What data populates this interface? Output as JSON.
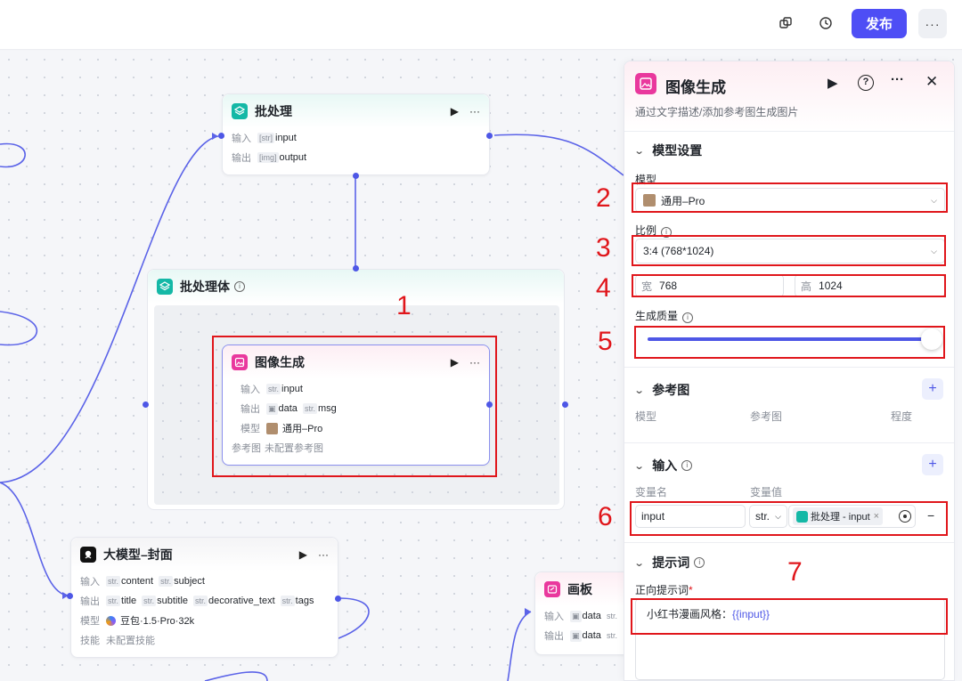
{
  "topbar": {
    "publish_label": "发布",
    "more_label": "···"
  },
  "nodes": {
    "batch": {
      "title": "批处理",
      "in_key": "输入",
      "out_key": "输出",
      "in_type": "[str]",
      "in_val": "input",
      "out_type": "[img]",
      "out_val": "output"
    },
    "batch_body": {
      "title": "批处理体"
    },
    "imggen": {
      "title": "图像生成",
      "in_key": "输入",
      "out_key": "输出",
      "model_key": "模型",
      "ref_key": "参考图",
      "in_type": "str.",
      "in_val": "input",
      "out_val1": "data",
      "out_type2": "str.",
      "out_val2": "msg",
      "model_val": "通用–Pro",
      "ref_val": "未配置参考图"
    },
    "llm": {
      "title": "大模型–封面",
      "in_key": "输入",
      "out_key": "输出",
      "model_key": "模型",
      "skill_key": "技能",
      "t": "str.",
      "in1": "content",
      "in2": "subject",
      "out1": "title",
      "out2": "subtitle",
      "out3": "decorative_text",
      "out4": "tags",
      "model_val": "豆包·1.5·Pro·32k",
      "skill_val": "未配置技能"
    },
    "board": {
      "title": "画板",
      "in_key": "输入",
      "out_key": "输出",
      "in_val": "data",
      "out_val": "data",
      "t": "str."
    }
  },
  "annotations": [
    "1",
    "2",
    "3",
    "4",
    "5",
    "6",
    "7"
  ],
  "panel": {
    "title": "图像生成",
    "desc": "通过文字描述/添加参考图生成图片",
    "model_section": "模型设置",
    "model_label": "模型",
    "model_value": "通用–Pro",
    "ratio_label": "比例",
    "ratio_value": "3:4 (768*1024)",
    "width_label": "宽",
    "width_value": "768",
    "height_label": "高",
    "height_value": "1024",
    "quality_label": "生成质量",
    "quality_level": 0.98,
    "ref_section": "参考图",
    "ref_cols": [
      "模型",
      "参考图",
      "程度"
    ],
    "input_section": "输入",
    "var_name_label": "变量名",
    "var_value_label": "变量值",
    "var_name": "input",
    "var_type": "str.",
    "var_ref": "批处理 - input",
    "prompt_section": "提示词",
    "pos_prompt_label": "正向提示词",
    "required_mark": "*",
    "prompt_text": "小红书漫画风格：",
    "prompt_var": "{{input}}"
  },
  "colors": {
    "accent": "#4e4ef5",
    "annotation": "#e0161b",
    "image_node": "#e9389d",
    "batch_node": "#14b8a6"
  }
}
